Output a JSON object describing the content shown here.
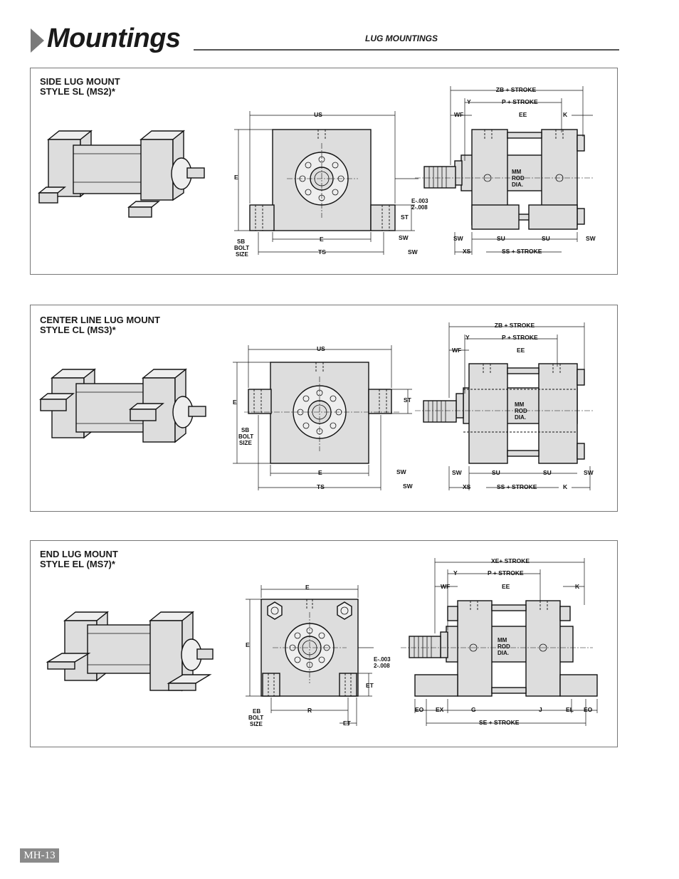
{
  "header": {
    "title": "Mountings",
    "subtitle": "LUG MOUNTINGS"
  },
  "page_number": "MH-13",
  "panels": [
    {
      "title_line1": "SIDE LUG MOUNT",
      "title_line2": "STYLE SL (MS2)*",
      "front": {
        "us": "US",
        "e_v": "E",
        "e_h": "E",
        "ts": "TS",
        "st": "ST",
        "sw1": "SW",
        "sw2": "SW",
        "tol1": "E-.003",
        "tol2": "2-.008",
        "sb1": "SB",
        "sb2": "BOLT",
        "sb3": "SIZE"
      },
      "side": {
        "zb": "ZB + STROKE",
        "y": "Y",
        "p": "P + STROKE",
        "wf": "WF",
        "ee": "EE",
        "k": "K",
        "mm1": "MM",
        "mm2": "ROD",
        "mm3": "DIA.",
        "sw1": "SW",
        "su1": "SU",
        "su2": "SU",
        "sw2": "SW",
        "xs": "XS",
        "ss": "SS + STROKE"
      }
    },
    {
      "title_line1": "CENTER LINE LUG MOUNT",
      "title_line2": "STYLE CL (MS3)*",
      "front": {
        "us": "US",
        "e_v": "E",
        "e_h": "E",
        "ts": "TS",
        "st": "ST",
        "sw1": "SW",
        "sw2": "SW",
        "sb1": "SB",
        "sb2": "BOLT",
        "sb3": "SIZE"
      },
      "side": {
        "zb": "ZB + STROKE",
        "y": "Y",
        "p": "P + STROKE",
        "wf": "WF",
        "ee": "EE",
        "k": "K",
        "mm1": "MM",
        "mm2": "ROD",
        "mm3": "DIA.",
        "sw1": "SW",
        "su1": "SU",
        "su2": "SU",
        "sw2": "SW",
        "xs": "XS",
        "ss": "SS + STROKE"
      }
    },
    {
      "title_line1": "END LUG MOUNT",
      "title_line2": "STYLE EL (MS7)*",
      "front": {
        "e_top": "E",
        "e_v": "E",
        "r": "R",
        "et1": "ET",
        "et2": "ET",
        "tol1": "E-.003",
        "tol2": "2-.008",
        "eb1": "EB",
        "eb2": "BOLT",
        "eb3": "SIZE"
      },
      "side": {
        "xe": "XE+ STROKE",
        "y": "Y",
        "p": "P + STROKE",
        "wf": "WF",
        "ee": "EE",
        "k": "K",
        "mm1": "MM",
        "mm2": "ROD",
        "mm3": "DIA.",
        "eo1": "EO",
        "ex": "EX",
        "g": "G",
        "j": "J",
        "el": "EL",
        "eo2": "EO",
        "se": "SE + STROKE"
      }
    }
  ]
}
